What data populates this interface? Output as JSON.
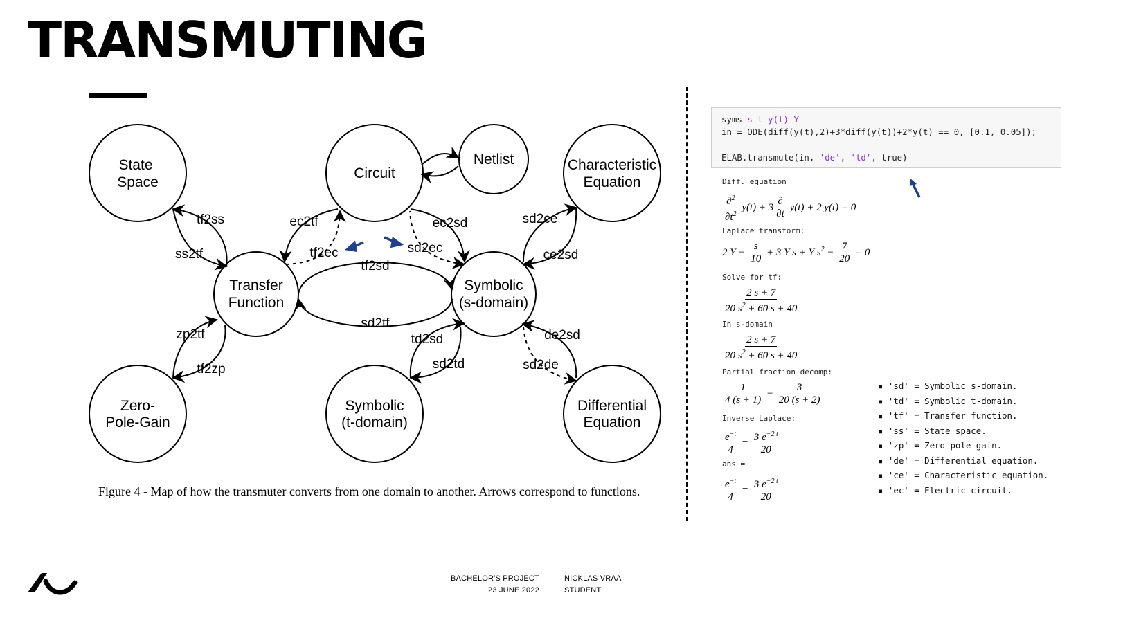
{
  "slide": {
    "title": "TRANSMUTING"
  },
  "diagram": {
    "nodes": {
      "state_space": [
        "State",
        "Space"
      ],
      "circuit": [
        "Circuit"
      ],
      "netlist": [
        "Netlist"
      ],
      "characteristic_equation": [
        "Characteristic",
        "Equation"
      ],
      "transfer_function": [
        "Transfer",
        "Function"
      ],
      "symbolic_s": [
        "Symbolic",
        "(s-domain)"
      ],
      "zero_pole_gain": [
        "Zero-",
        "Pole-Gain"
      ],
      "symbolic_t": [
        "Symbolic",
        "(t-domain)"
      ],
      "differential_equation": [
        "Differential",
        "Equation"
      ]
    },
    "edge_labels": {
      "tf2ss": "tf2ss",
      "ss2tf": "ss2tf",
      "ec2tf": "ec2tf",
      "tf2ec": "tf2ec",
      "ec2sd": "ec2sd",
      "sd2ec": "sd2ec",
      "sd2ce": "sd2ce",
      "ce2sd": "ce2sd",
      "tf2sd": "tf2sd",
      "sd2tf": "sd2tf",
      "zp2tf": "zp2tf",
      "tf2zp": "tf2zp",
      "td2sd": "td2sd",
      "sd2td": "sd2td",
      "de2sd": "de2sd",
      "sd2de": "sd2de"
    },
    "highlight_color": "#1f3f8f",
    "caption": "Figure 4 - Map of how the transmuter converts from one domain to another. Arrows correspond to functions."
  },
  "code": {
    "line1_a": "syms ",
    "line1_b": "s t y(t) Y",
    "line2": "in = ODE(diff(y(t),2)+3*diff(y(t))+2*y(t) == 0, [0.1, 0.05]);",
    "line3_a": "ELAB.transmute(in, ",
    "line3_b": "'de'",
    "line3_c": ", ",
    "line3_d": "'td'",
    "line3_e": ", true)"
  },
  "output": {
    "diff_equation": "Diff. equation",
    "laplace": "Laplace transform:",
    "solve_tf": "Solve for tf:",
    "in_s": "In s-domain",
    "partial": "Partial fraction decomp:",
    "inverse": "Inverse Laplace:",
    "ans": "ans ="
  },
  "legend": [
    "'sd' = Symbolic s-domain.",
    "'td' = Symbolic t-domain.",
    "'tf' = Transfer function.",
    "'ss' = State space.",
    "'zp' = Zero-pole-gain.",
    "'de' = Differential equation.",
    "'ce' = Characteristic equation.",
    "'ec' = Electric circuit."
  ],
  "footer": {
    "project": "BACHELOR'S PROJECT",
    "date": "23 JUNE 2022",
    "name": "NICKLAS VRAA",
    "role": "STUDENT"
  }
}
